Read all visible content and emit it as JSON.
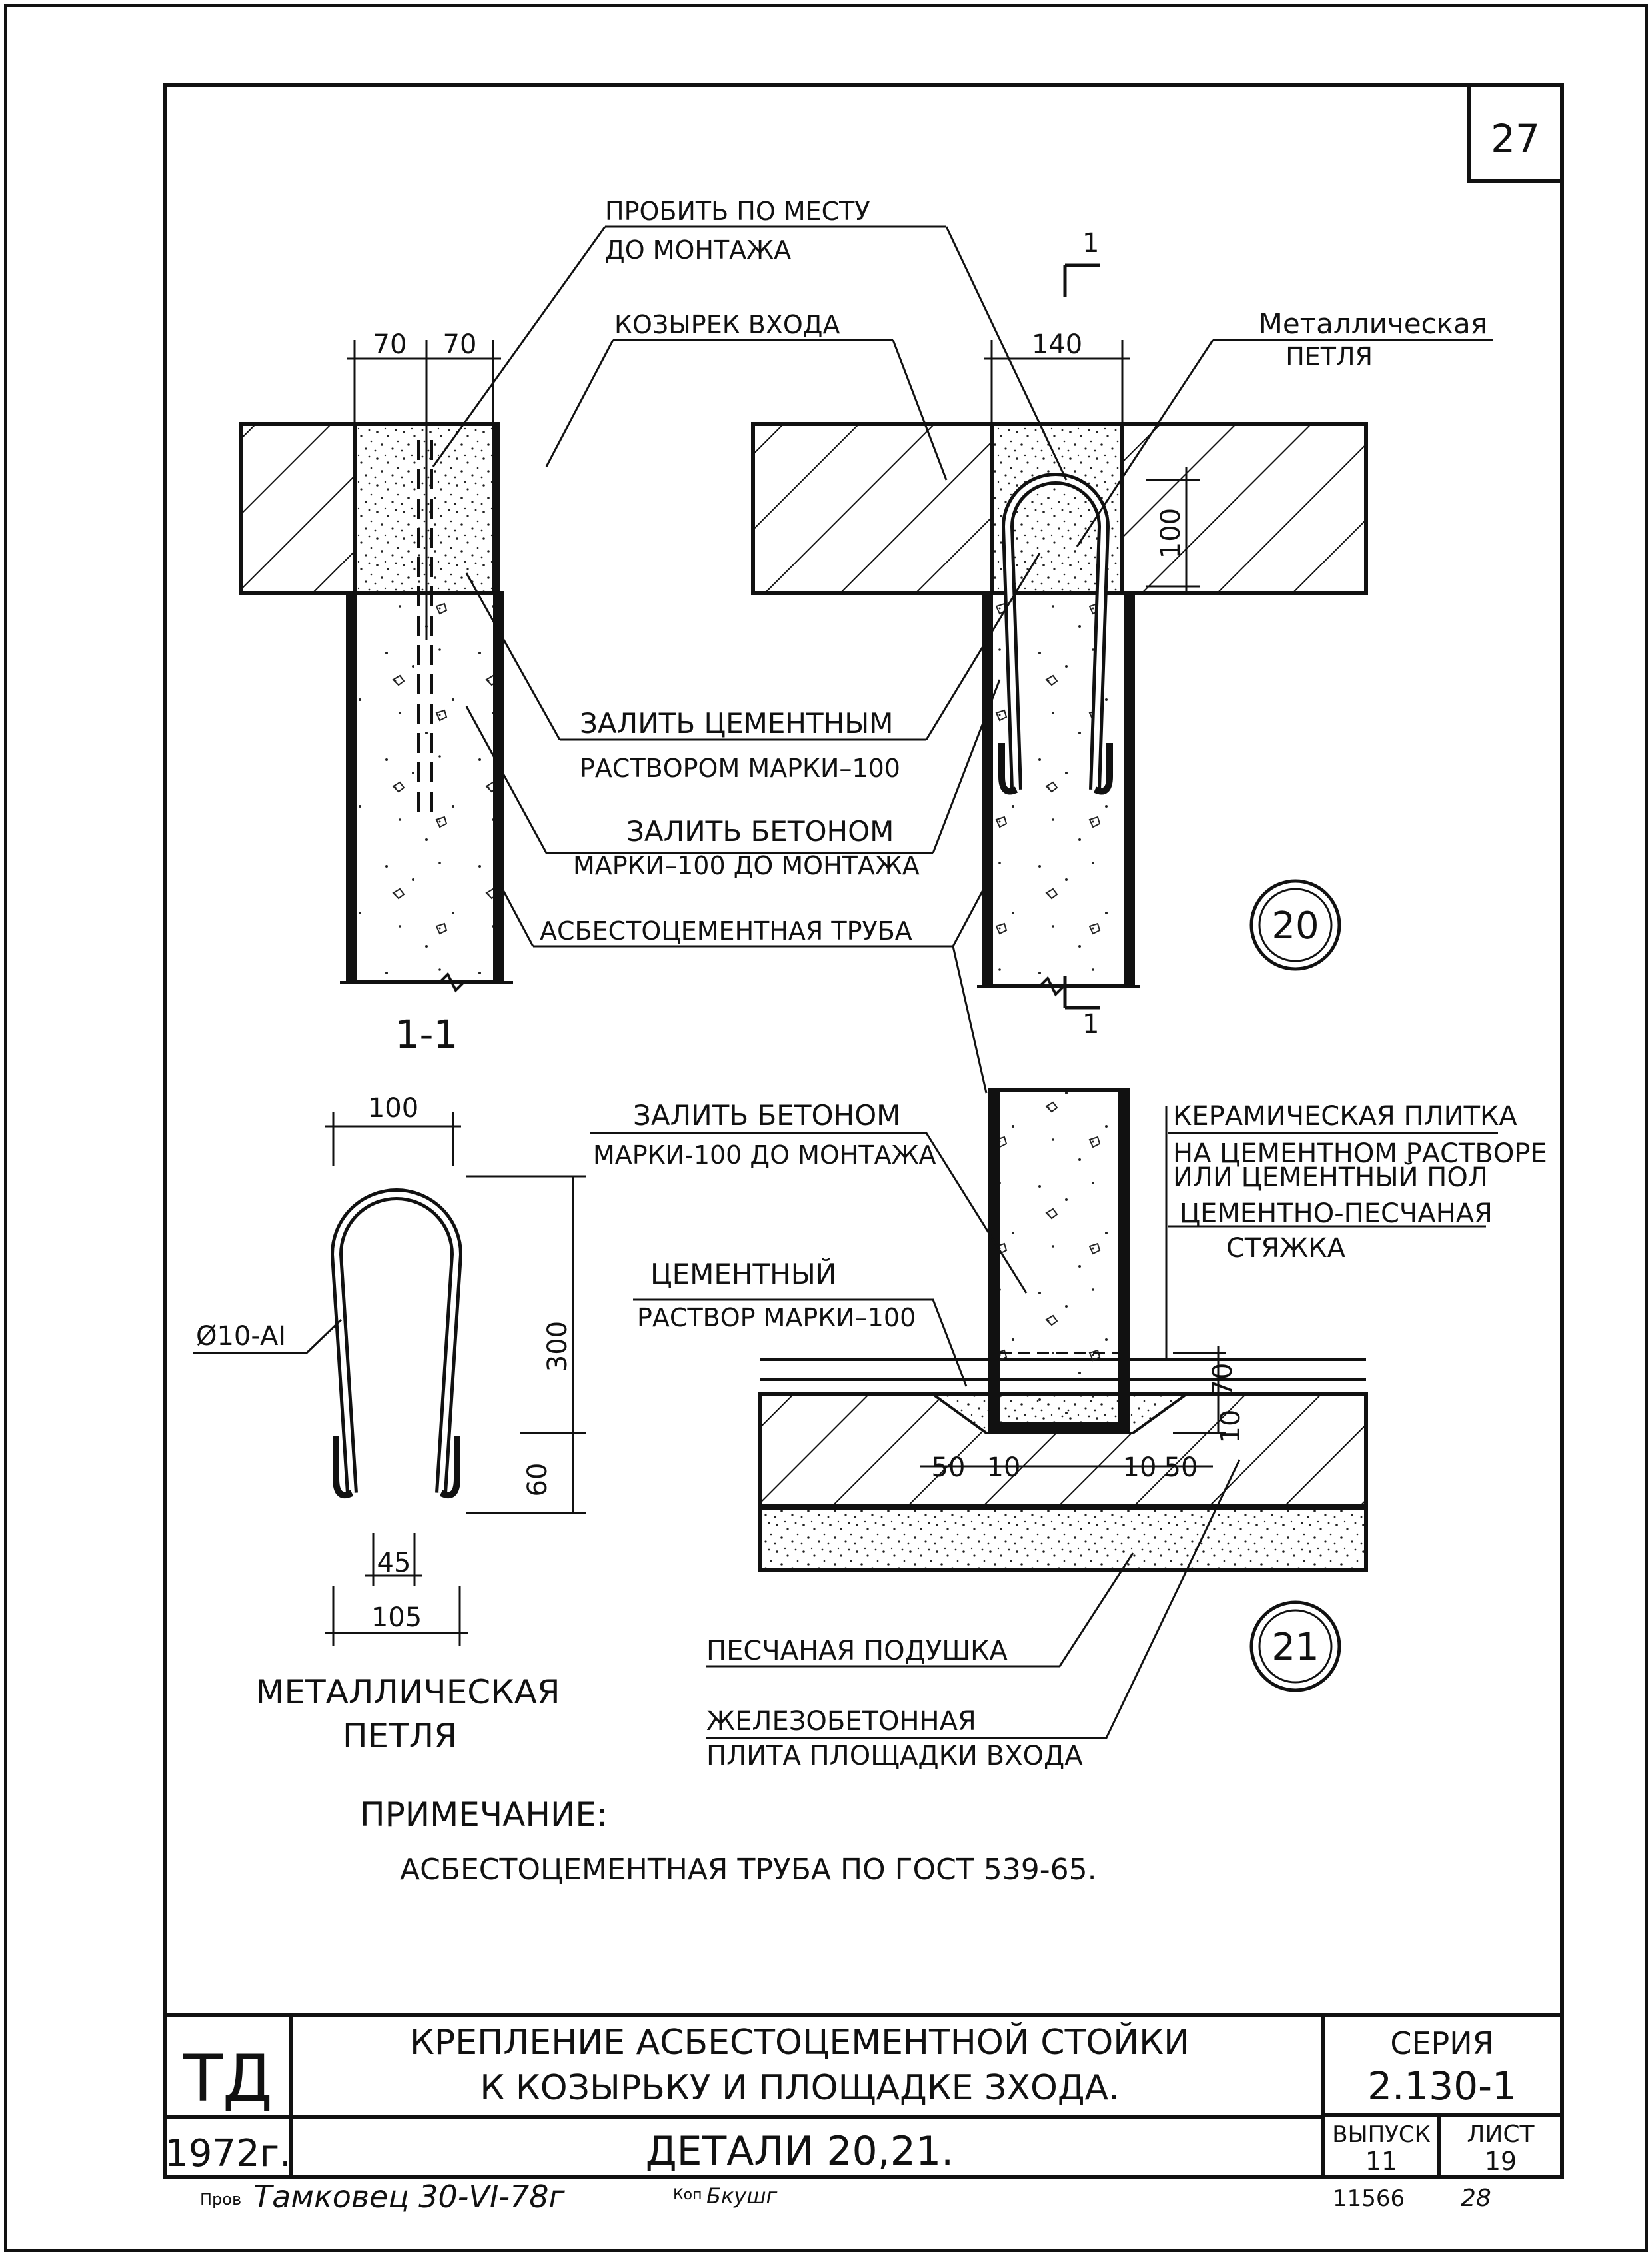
{
  "sheet_corner_number": "27",
  "labels": {
    "probit": "ПРОБИТЬ ПО МЕСТУ",
    "do_montazha": "ДО МОНТАЖА",
    "kozyrek": "КОЗЫРЕК ВХОДА",
    "metall_petlya_1": "Металлическая",
    "metall_petlya_2": "ПЕТЛЯ",
    "zalit_cement_1": "ЗАЛИТЬ ЦЕМЕНТНЫМ",
    "zalit_cement_2": "РАСТВОРОМ МАРКИ–100",
    "zalit_beton_1": "ЗАЛИТЬ БЕТОНОМ",
    "zalit_beton_2": "МАРКИ–100 ДО МОНТАЖА",
    "asbest_truba": "АСБЕСТОЦЕМЕНТНАЯ ТРУБА",
    "section_1_1": "1-1",
    "section_mark": "1",
    "detail_20": "20",
    "detail_21": "21",
    "zalit_beton_b_1": "ЗАЛИТЬ БЕТОНОМ",
    "zalit_beton_b_2": "МАРКИ-100 ДО МОНТАЖА",
    "keramika_1": "КЕРАМИЧЕСКАЯ ПЛИТКА",
    "keramika_2": "НА ЦЕМЕНТНОМ РАСТВОРЕ",
    "keramika_3": "ИЛИ ЦЕМЕНТНЫЙ ПОЛ",
    "styazhka_1": "ЦЕМЕНТНО-ПЕСЧАНАЯ",
    "styazhka_2": "СТЯЖКА",
    "cement_rastvor_1": "ЦЕМЕНТНЫЙ",
    "cement_rastvor_2": "РАСТВОР МАРКИ–100",
    "pesok": "ПЕСЧАНАЯ ПОДУШКА",
    "zhb_1": "ЖЕЛЕЗОБЕТОННАЯ",
    "zhb_2": "ПЛИТА ПЛОЩАДКИ ВХОДА",
    "rod": "Ø10-AI",
    "loop_caption_1": "МЕТАЛЛИЧЕСКАЯ",
    "loop_caption_2": "ПЕТЛЯ"
  },
  "dimensions": {
    "d70a": "70",
    "d70b": "70",
    "d140": "140",
    "d100_vert": "100",
    "d100_loop": "100",
    "d300": "300",
    "d60": "60",
    "d45": "45",
    "d105": "105",
    "d50a": "50",
    "d10a": "10",
    "d10b": "10",
    "d50b": "50",
    "d70_vert": "70",
    "d10_vert": "10"
  },
  "note": {
    "title": "ПРИМЕЧАНИЕ:",
    "text": "АСБЕСТОЦЕМЕНТНАЯ ТРУБА  ПО ГОСТ 539-65."
  },
  "title_block": {
    "td": "ТД",
    "year": "1972г.",
    "title_1": "КРЕПЛЕНИЕ АСБЕСТОЦЕМЕНТНОЙ СТОЙКИ",
    "title_2": "К КОЗЫРЬКУ И ПЛОЩАДКЕ ЗХОДА.",
    "title_3": "ДЕТАЛИ 20,21.",
    "seria_label": "СЕРИЯ",
    "seria_value": "2.130-1",
    "vypusk_label": "ВЫПУСК",
    "vypusk_value": "11",
    "list_label": "ЛИСТ",
    "list_value": "19"
  },
  "footer": {
    "prov": "Пров",
    "signature": "Тамковец 30-VI-78г",
    "kop": "Коп",
    "kop_sig": "Бкушг",
    "code_1": "11566",
    "code_2": "28"
  }
}
